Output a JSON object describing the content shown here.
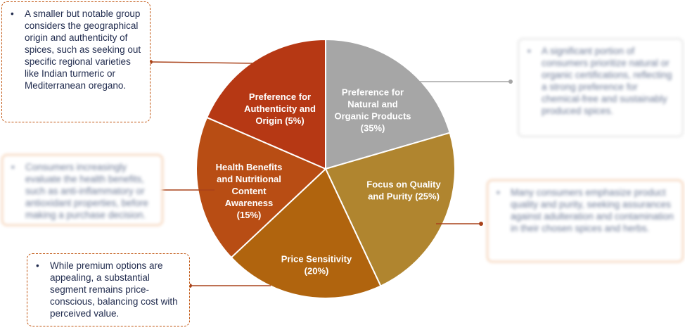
{
  "chart_data": {
    "type": "pie",
    "slices": [
      {
        "label_lines": [
          "Preference for",
          "Natural and",
          "Organic Products",
          "(35%)"
        ],
        "value": 35,
        "color": "#a6a6a6"
      },
      {
        "label_lines": [
          "Focus on Quality",
          "and Purity (25%)"
        ],
        "value": 25,
        "color": "#b0852f"
      },
      {
        "label_lines": [
          "Price Sensitivity",
          "(20%)"
        ],
        "value": 20,
        "color": "#b0640e"
      },
      {
        "label_lines": [
          "Health Benefits",
          "and Nutritional",
          "Content",
          "Awareness",
          "(15%)"
        ],
        "value": 15,
        "color": "#b84d14"
      },
      {
        "label_lines": [
          "Preference for",
          "Authenticity and",
          "Origin (5%)"
        ],
        "value": 5,
        "color": "#b63814"
      }
    ]
  },
  "callouts": {
    "authenticity": "A smaller but notable group considers the geographical origin and authenticity of spices, such as seeking out specific regional varieties like Indian turmeric or Mediterranean oregano.",
    "natural": "A significant portion of consumers prioritize natural or organic certifications, reflecting a strong preference for chemical-free and sustainably produced spices.",
    "health": "Consumers increasingly evaluate the health benefits, such as anti-inflammatory or antioxidant properties, before making a purchase decision.",
    "quality": "Many consumers emphasize product quality and purity, seeking assurances against adulteration and contamination in their chosen spices and herbs.",
    "price": "While premium options are appealing, a substantial segment remains price-conscious, balancing cost with perceived value."
  },
  "bullet": "•",
  "colors": {
    "dashed_border": "#c0540f",
    "connector": "#a9421a",
    "connector_grey": "#a6a6a6",
    "slice_label": "#ffffff"
  }
}
